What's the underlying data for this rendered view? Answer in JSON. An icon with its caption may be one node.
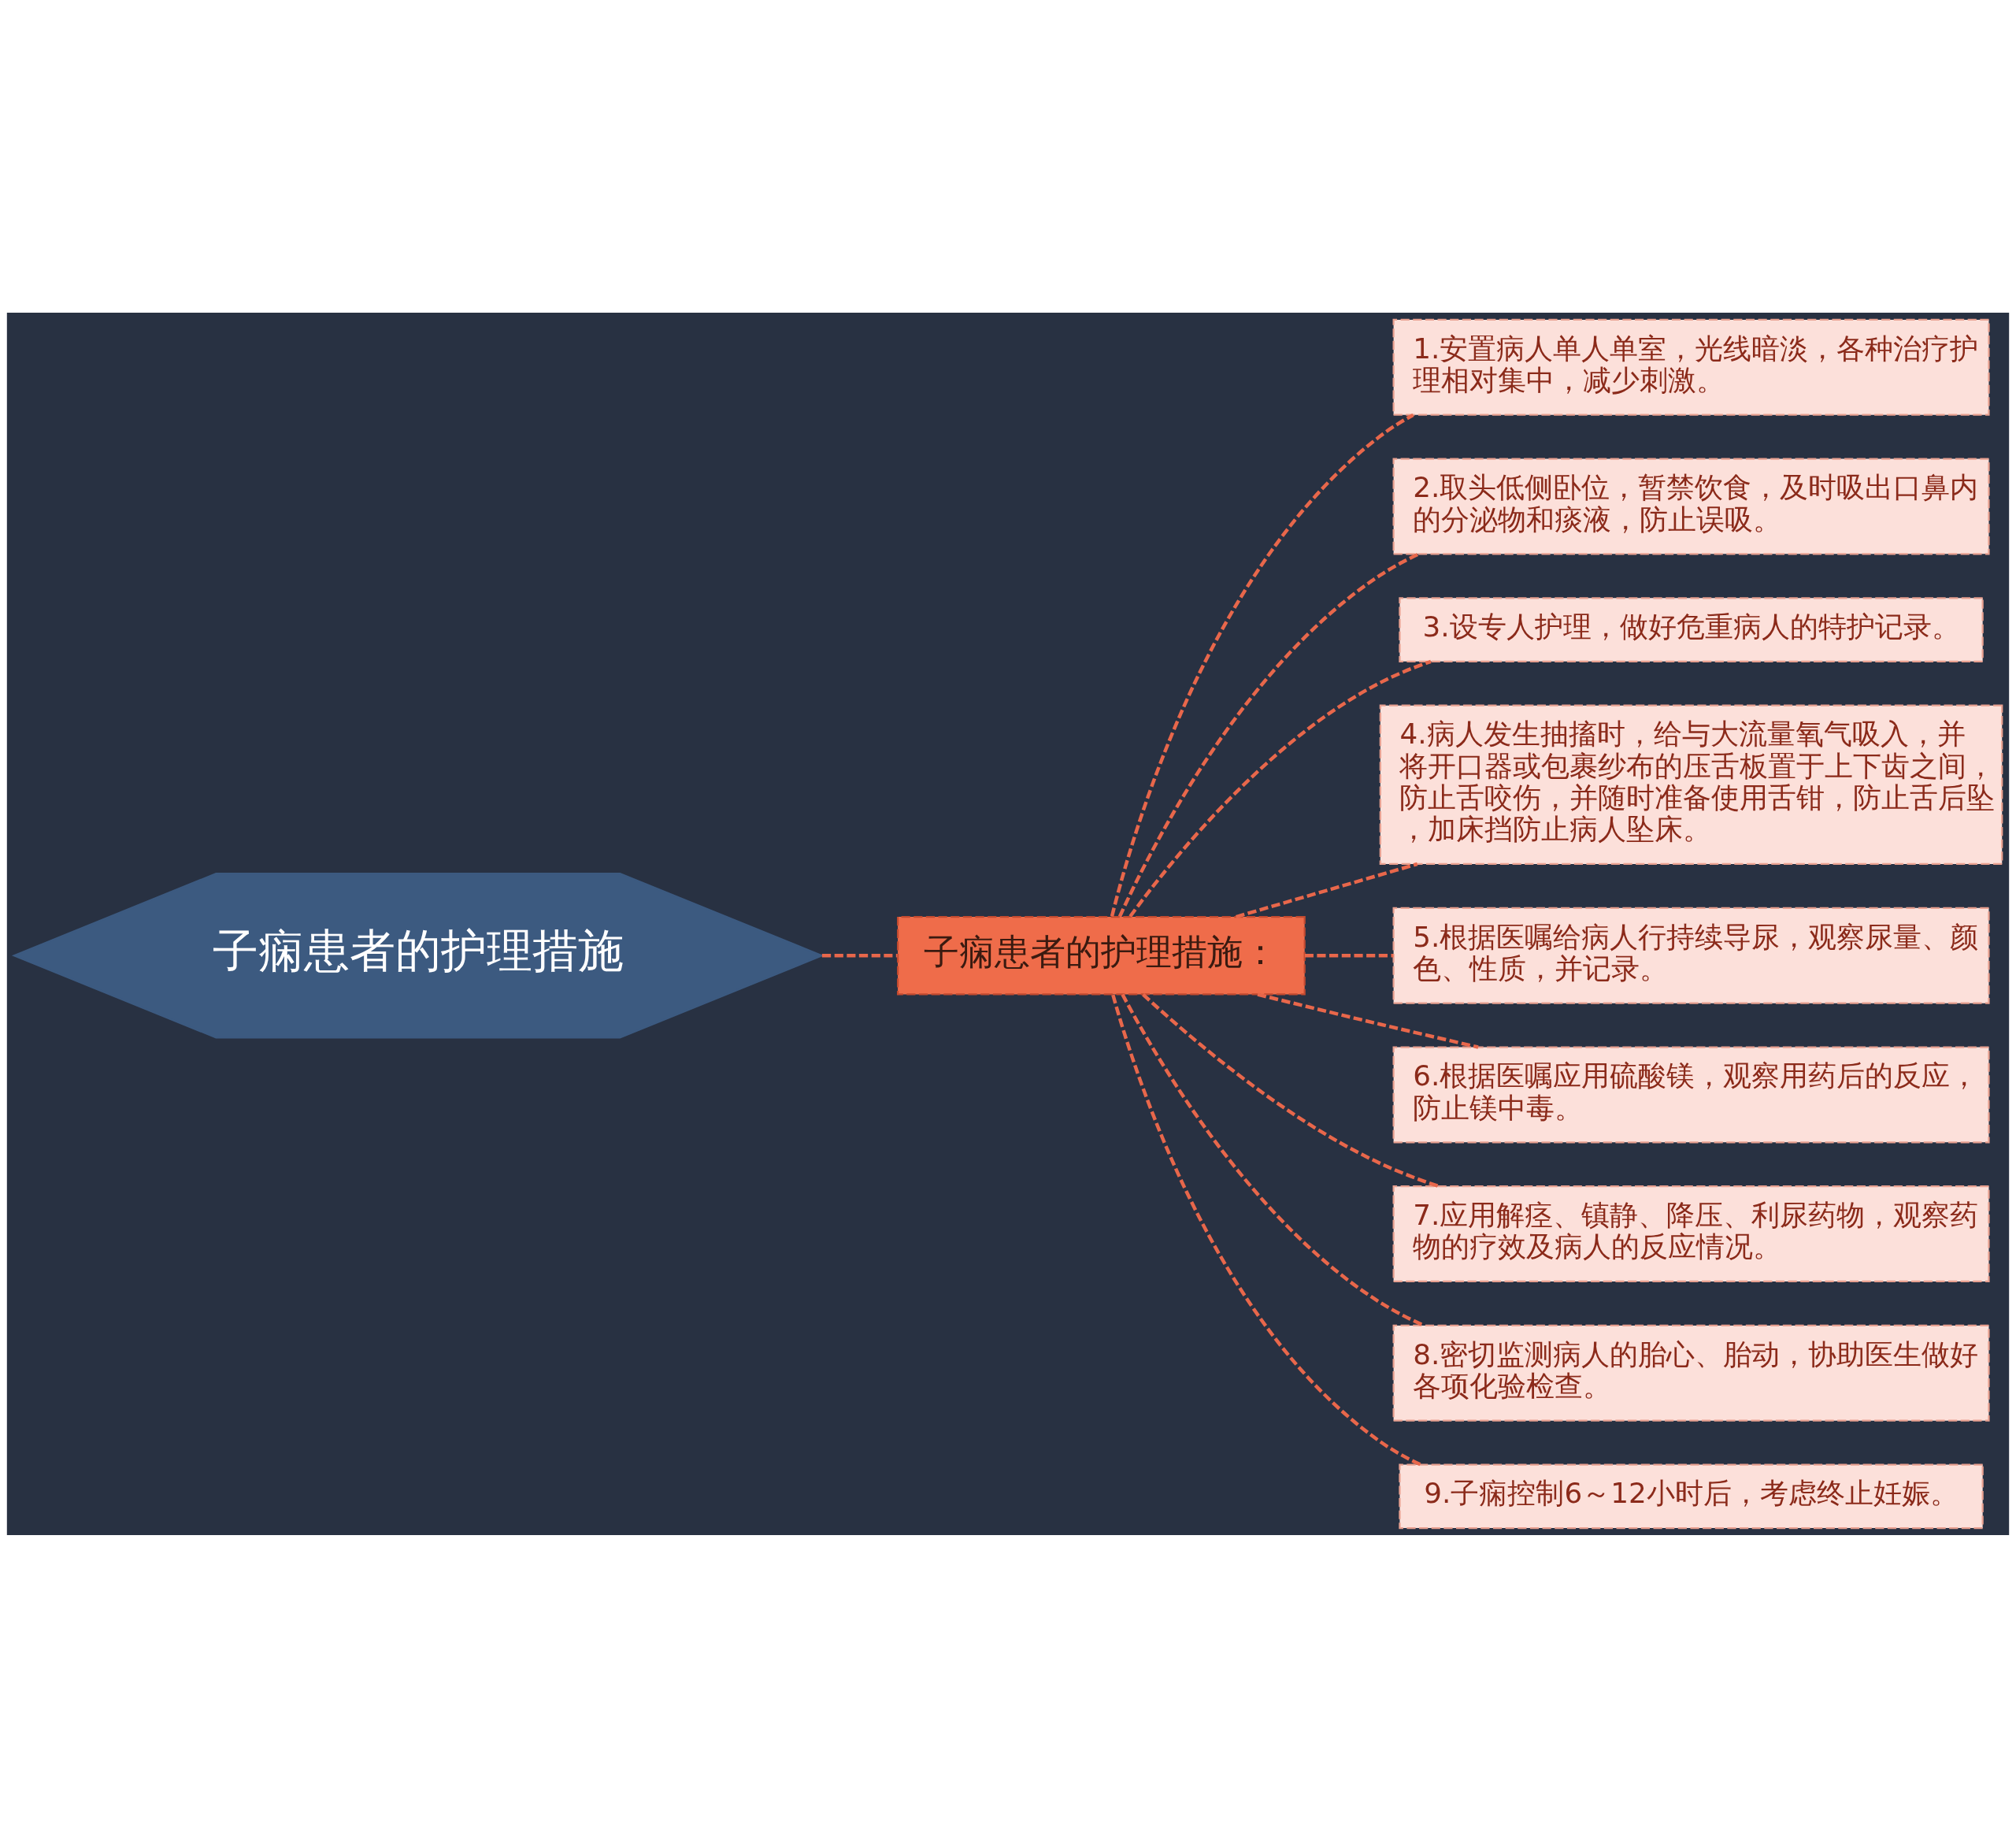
{
  "diagram": {
    "nodes": [
      {
        "text": [
          "子痫患者的护理措施"
        ]
      },
      {
        "text": [
          "子痫患者的护理措施："
        ]
      },
      {
        "text": [
          "1.安置病人单人单室，光线暗淡，各种治疗护理相对集中，减少刺激。"
        ]
      },
      {
        "text": [
          "2.取头低侧卧位，暂禁饮食，及时吸出口鼻内的分泌物和痰液，防止误吸。"
        ]
      },
      {
        "text": [
          "3.设专人护理，做好危重病人的特护记录。"
        ]
      },
      {
        "text": [
          "4.病人发生抽搐时，给与大流量氧气吸入，并将开口器或包裹纱布的压舌板置于上下齿之间，防止舌咬伤，并随时准备使用舌钳，防止舌后坠，加床挡防止病人坠床。"
        ]
      },
      {
        "text": [
          "5.根据医嘱给病人行持续导尿，观察尿量、颜色、性质，并记录。"
        ]
      },
      {
        "text": [
          "6.根据医嘱应用硫酸镁，观察用药后的反应，防止镁中毒。"
        ]
      },
      {
        "text": [
          "7.应用解痉、镇静、降压、利尿药物，观察药物的疗效及病人的反应情况。"
        ]
      },
      {
        "text": [
          "8.密切监测病人的胎心、胎动，协助医生做好各项化验检查。"
        ]
      },
      {
        "text": [
          "9.子痫控制6～12小时后，考虑终止妊娠。"
        ]
      }
    ],
    "edges": [
      {
        "from": 0,
        "to": 1,
        "arrow": "none",
        "style": "dashed"
      },
      {
        "from": 1,
        "to": 2,
        "arrow": "none",
        "style": "dashed"
      },
      {
        "from": 1,
        "to": 3,
        "arrow": "none",
        "style": "dashed"
      },
      {
        "from": 1,
        "to": 4,
        "arrow": "none",
        "style": "dashed"
      },
      {
        "from": 1,
        "to": 5,
        "arrow": "none",
        "style": "dashed"
      },
      {
        "from": 1,
        "to": 6,
        "arrow": "none",
        "style": "dashed"
      },
      {
        "from": 1,
        "to": 7,
        "arrow": "none",
        "style": "dashed"
      },
      {
        "from": 1,
        "to": 8,
        "arrow": "none",
        "style": "dashed"
      },
      {
        "from": 1,
        "to": 9,
        "arrow": "none",
        "style": "dashed"
      },
      {
        "from": 1,
        "to": 10,
        "arrow": "none",
        "style": "dashed"
      }
    ]
  }
}
